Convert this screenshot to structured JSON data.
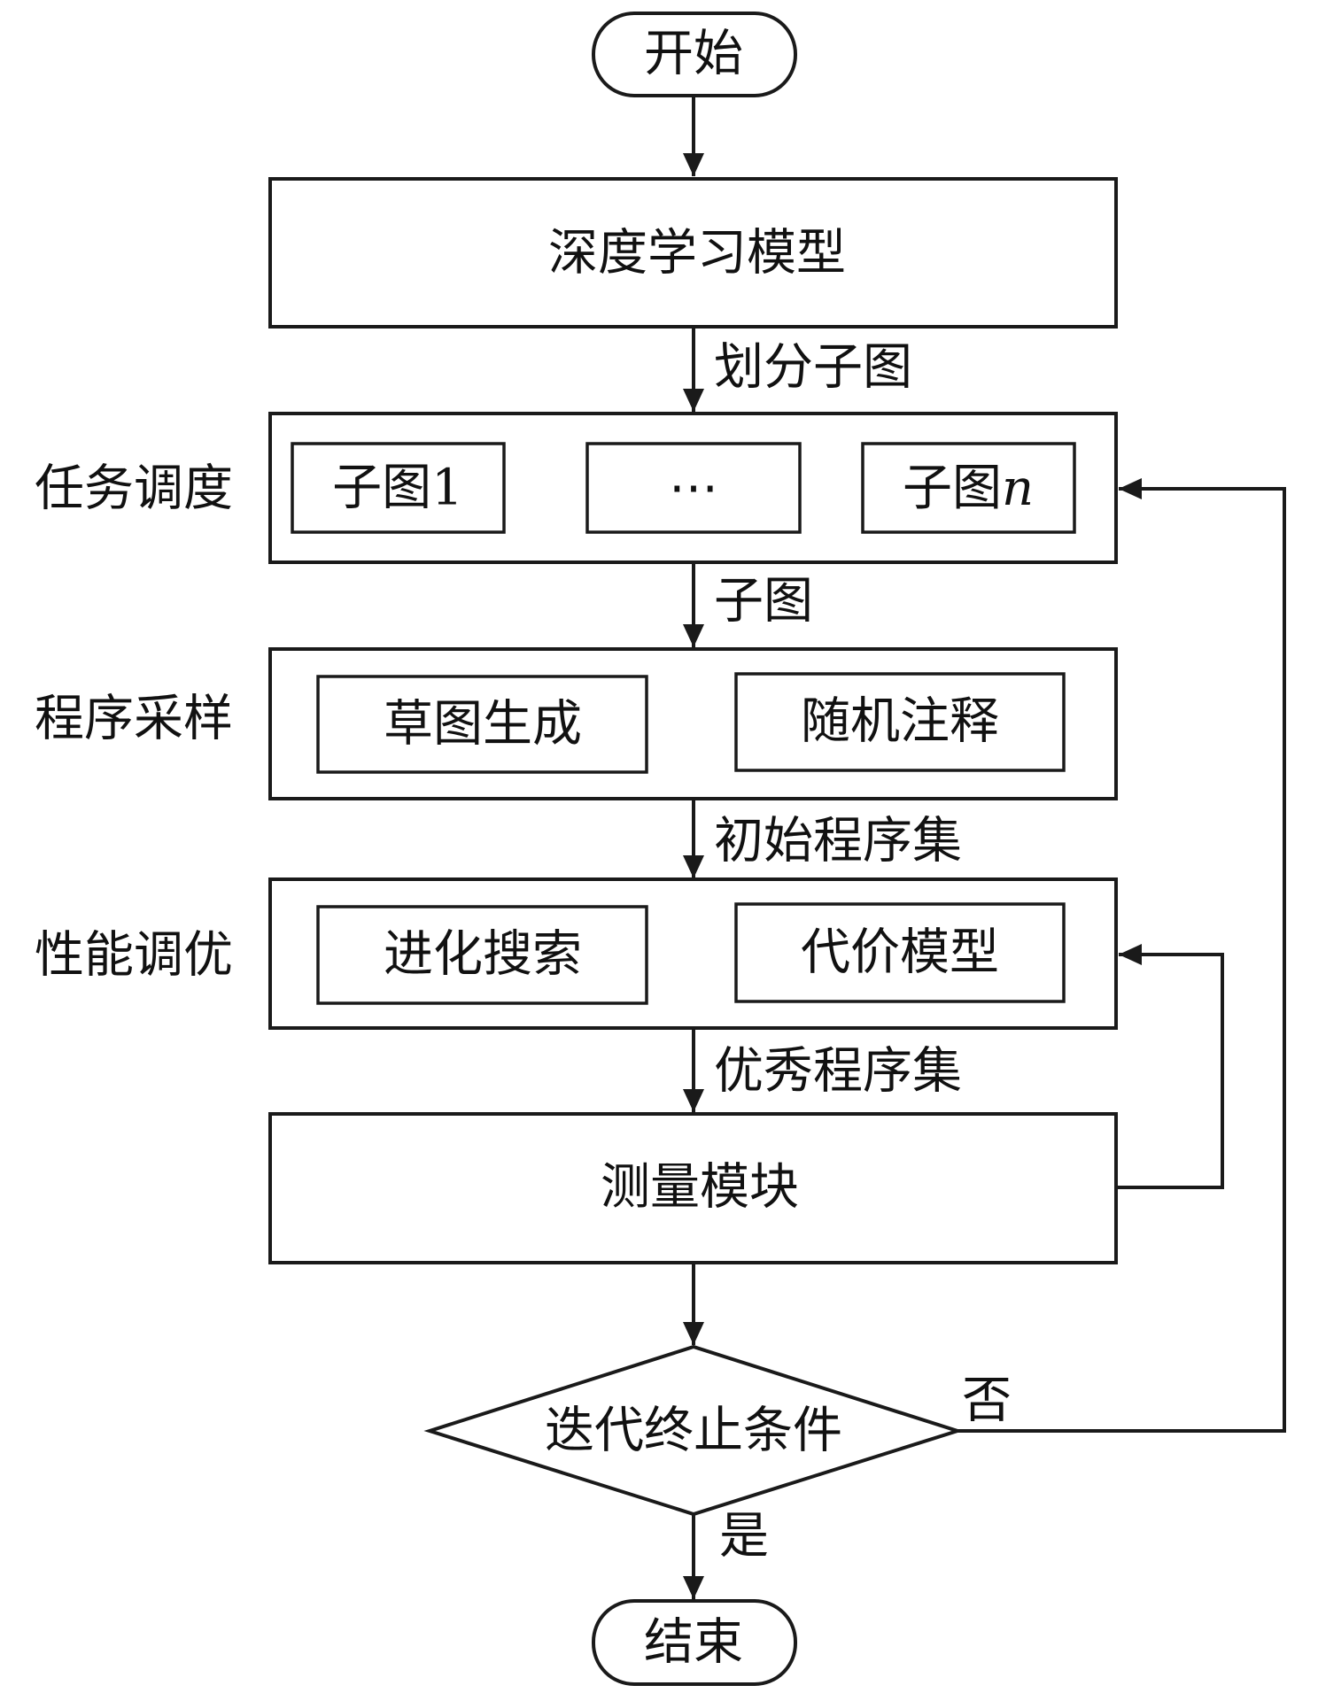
{
  "start": "开始",
  "end": "结束",
  "model_box": "深度学习模型",
  "stages": {
    "task_scheduling": {
      "label": "任务调度",
      "subgraph_first": "子图1",
      "ellipsis": "⋯",
      "subgraph_last_prefix": "子图",
      "subgraph_last_var": "n"
    },
    "program_sampling": {
      "label": "程序采样",
      "sketch_generation": "草图生成",
      "random_annotation": "随机注释"
    },
    "performance_tuning": {
      "label": "性能调优",
      "evolutionary_search": "进化搜索",
      "cost_model": "代价模型"
    }
  },
  "measure_box": "测量模块",
  "decision": "迭代终止条件",
  "edges": {
    "partition": "划分子图",
    "subgraph": "子图",
    "initial_programs": "初始程序集",
    "good_programs": "优秀程序集",
    "no": "否",
    "yes": "是"
  }
}
